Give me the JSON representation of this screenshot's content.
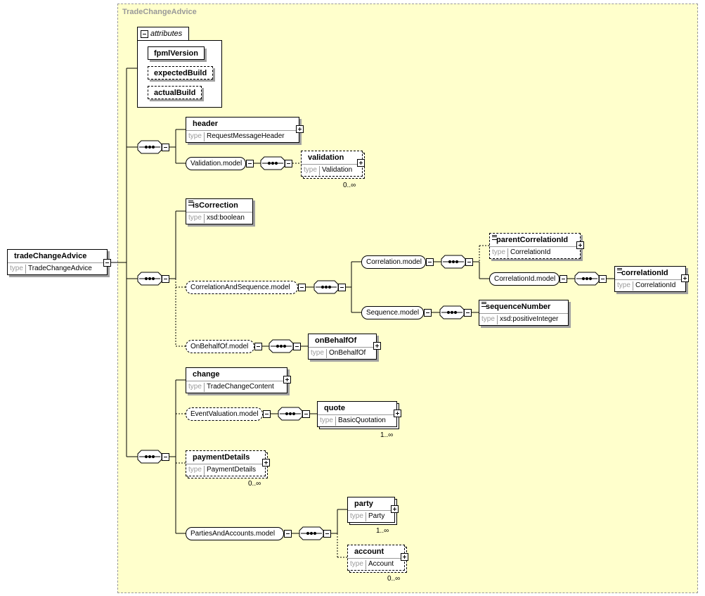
{
  "diagram": {
    "frame_label": "TradeChangeAdvice",
    "type_label": "type",
    "root": {
      "name": "tradeChangeAdvice",
      "type": "TradeChangeAdvice"
    },
    "attributes": {
      "title": "attributes",
      "items": [
        "fpmlVersion",
        "expectedBuild",
        "actualBuild"
      ]
    },
    "elements": {
      "header": {
        "name": "header",
        "type": "RequestMessageHeader"
      },
      "validation_model": "Validation.model",
      "validation": {
        "name": "validation",
        "type": "Validation",
        "card": "0..∞"
      },
      "isCorrection": {
        "name": "isCorrection",
        "type": "xsd:boolean"
      },
      "corr_seq_model": "CorrelationAndSequence.model",
      "correlation_model": "Correlation.model",
      "parentCorrelationId": {
        "name": "parentCorrelationId",
        "type": "CorrelationId"
      },
      "correlationId_model": "CorrelationId.model",
      "correlationId": {
        "name": "correlationId",
        "type": "CorrelationId"
      },
      "sequence_model": "Sequence.model",
      "sequenceNumber": {
        "name": "sequenceNumber",
        "type": "xsd:positiveInteger"
      },
      "onBehalfOf_model": "OnBehalfOf.model",
      "onBehalfOf": {
        "name": "onBehalfOf",
        "type": "OnBehalfOf"
      },
      "change": {
        "name": "change",
        "type": "TradeChangeContent"
      },
      "eventValuation_model": "EventValuation.model",
      "quote": {
        "name": "quote",
        "type": "BasicQuotation",
        "card": "1..∞"
      },
      "paymentDetails": {
        "name": "paymentDetails",
        "type": "PaymentDetails",
        "card": "0..∞"
      },
      "partiesAccounts_model": "PartiesAndAccounts.model",
      "party": {
        "name": "party",
        "type": "Party",
        "card": "1..∞"
      },
      "account": {
        "name": "account",
        "type": "Account",
        "card": "0..∞"
      }
    }
  }
}
